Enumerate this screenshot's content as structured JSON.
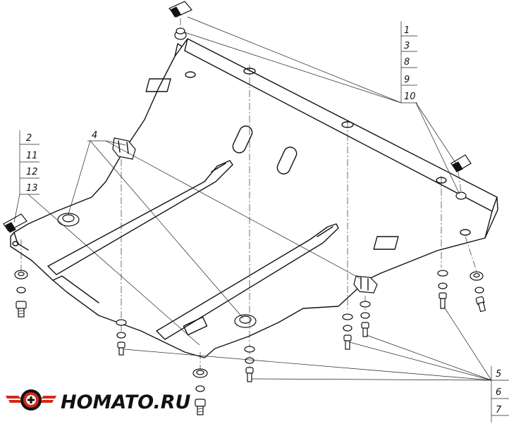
{
  "callouts": {
    "top_right_stack": [
      "1",
      "3",
      "8",
      "9",
      "10"
    ],
    "left_stack": [
      "2",
      "11",
      "12",
      "13"
    ],
    "single_4": "4",
    "bottom_right_stack": [
      "5",
      "6",
      "7"
    ]
  },
  "logo": {
    "text": "HOMATO.RU",
    "icon": "car-emblem-icon",
    "colors": {
      "accent": "#d62718",
      "dark": "#111111"
    }
  }
}
